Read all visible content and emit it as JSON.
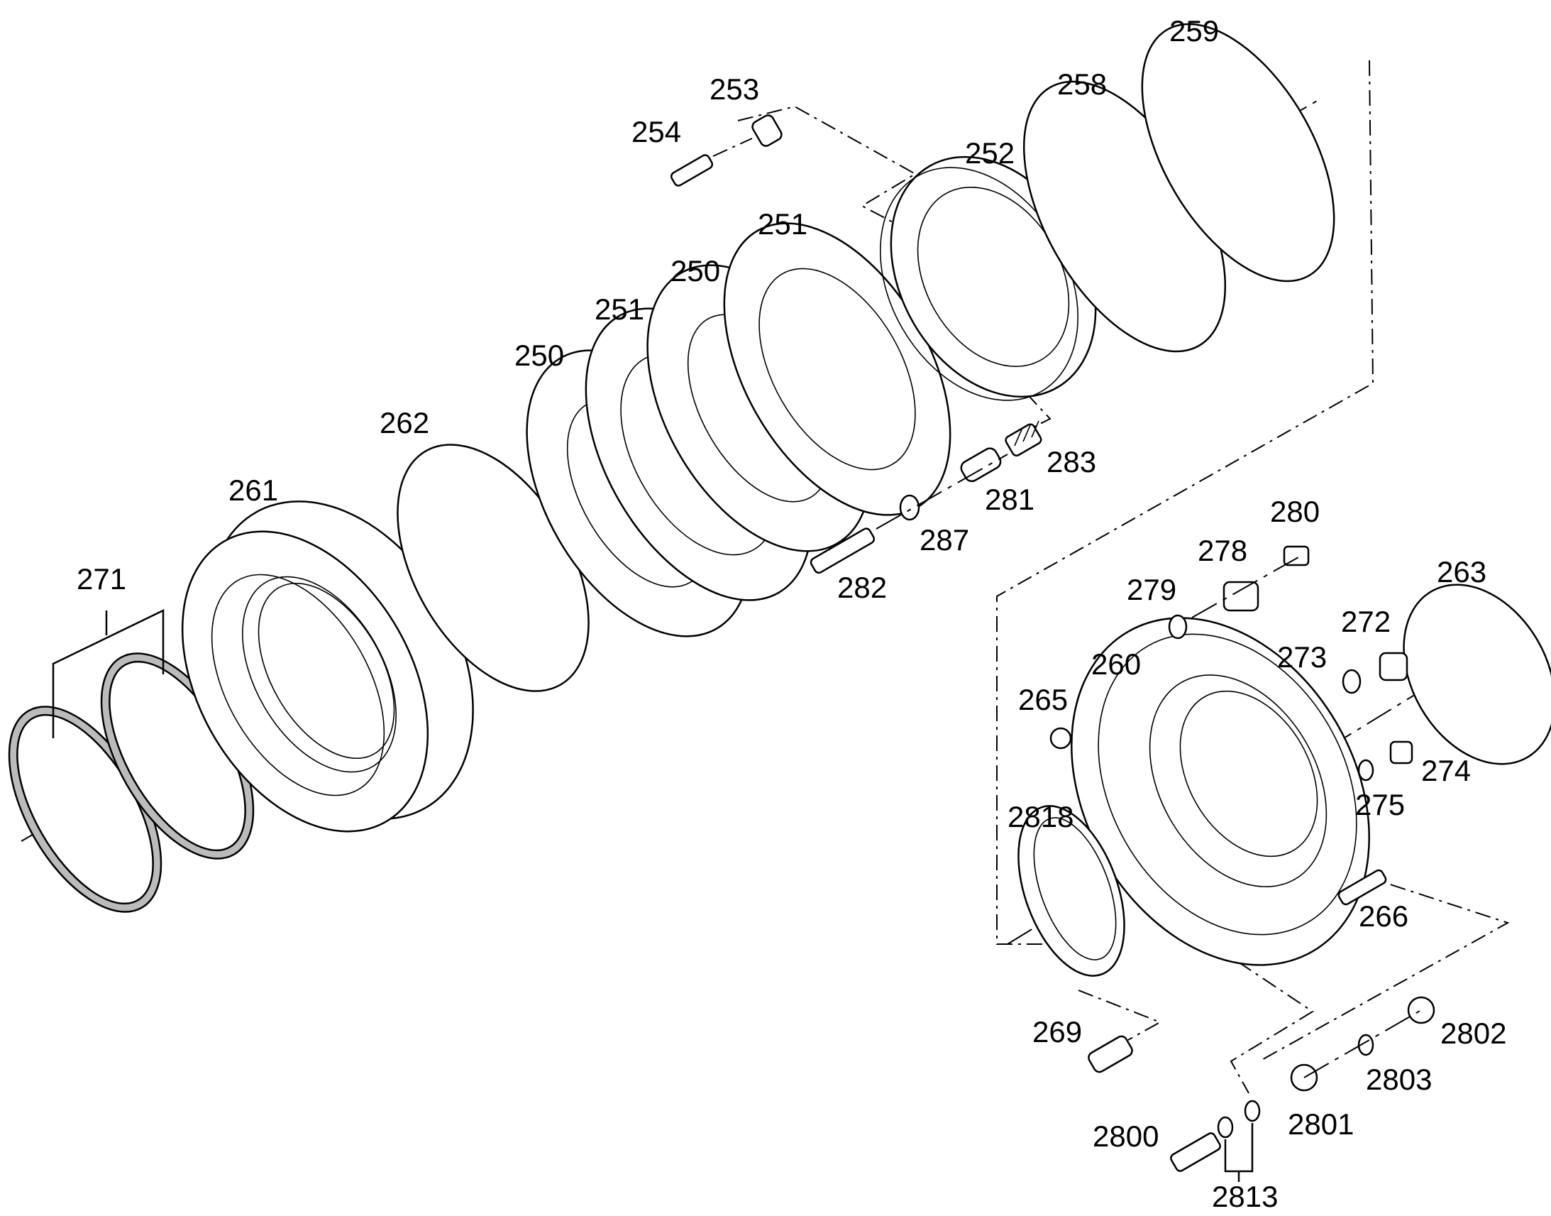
{
  "diagram": {
    "labels": [
      {
        "id": "l259",
        "text": "259"
      },
      {
        "id": "l258",
        "text": "258"
      },
      {
        "id": "l253",
        "text": "253"
      },
      {
        "id": "l254",
        "text": "254"
      },
      {
        "id": "l252",
        "text": "252"
      },
      {
        "id": "l251a",
        "text": "251"
      },
      {
        "id": "l250a",
        "text": "250"
      },
      {
        "id": "l251b",
        "text": "251"
      },
      {
        "id": "l250b",
        "text": "250"
      },
      {
        "id": "l262",
        "text": "262"
      },
      {
        "id": "l261",
        "text": "261"
      },
      {
        "id": "l271",
        "text": "271"
      },
      {
        "id": "l283",
        "text": "283"
      },
      {
        "id": "l281",
        "text": "281"
      },
      {
        "id": "l287",
        "text": "287"
      },
      {
        "id": "l282",
        "text": "282"
      },
      {
        "id": "l280",
        "text": "280"
      },
      {
        "id": "l278",
        "text": "278"
      },
      {
        "id": "l279",
        "text": "279"
      },
      {
        "id": "l263",
        "text": "263"
      },
      {
        "id": "l272",
        "text": "272"
      },
      {
        "id": "l273",
        "text": "273"
      },
      {
        "id": "l260",
        "text": "260"
      },
      {
        "id": "l265",
        "text": "265"
      },
      {
        "id": "l274",
        "text": "274"
      },
      {
        "id": "l275",
        "text": "275"
      },
      {
        "id": "l2818",
        "text": "2818"
      },
      {
        "id": "l266",
        "text": "266"
      },
      {
        "id": "l269",
        "text": "269"
      },
      {
        "id": "l2802",
        "text": "2802"
      },
      {
        "id": "l2803",
        "text": "2803"
      },
      {
        "id": "l2801",
        "text": "2801"
      },
      {
        "id": "l2800",
        "text": "2800"
      },
      {
        "id": "l2813",
        "text": "2813"
      }
    ]
  }
}
